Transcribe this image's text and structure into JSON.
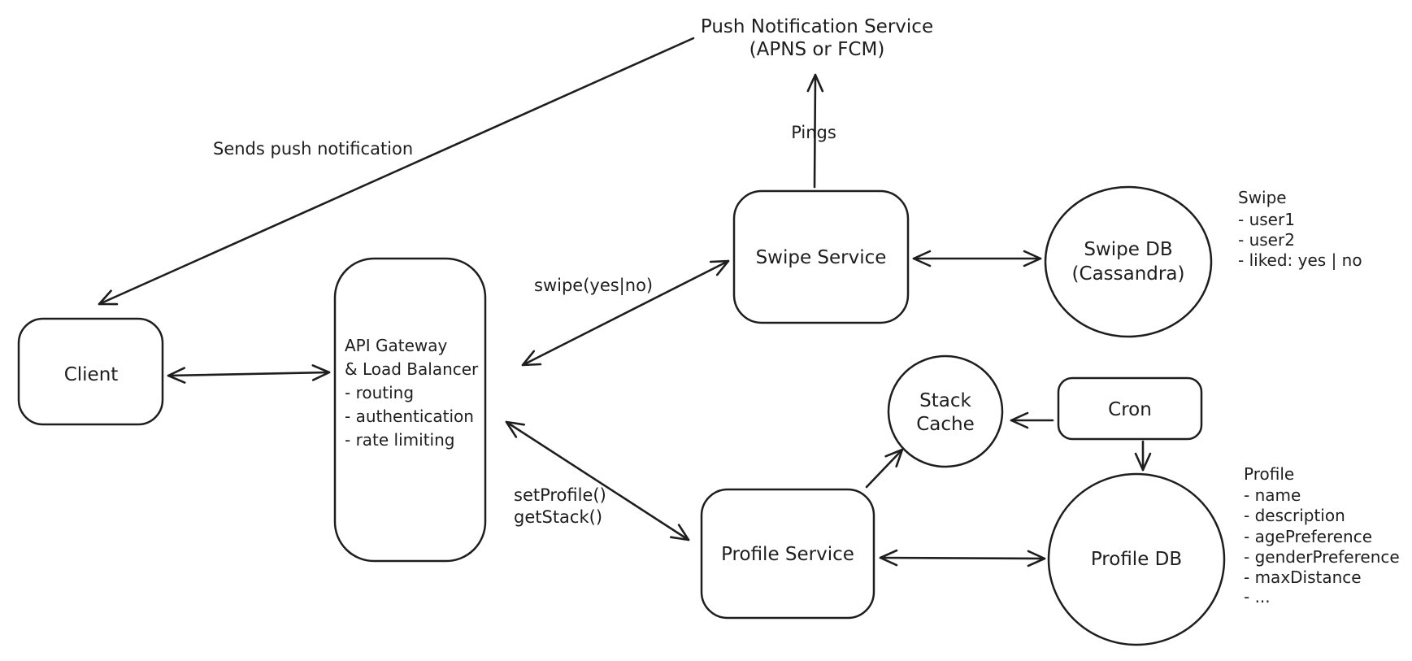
{
  "canvas": {
    "background": "#ffffff",
    "ink": "#1e1e1e"
  },
  "nodes": {
    "push_notification_service": {
      "lines": [
        "Push Notification Service",
        "(APNS or FCM)"
      ]
    },
    "client": {
      "label": "Client"
    },
    "api_gateway": {
      "lines": [
        "API Gateway",
        "& Load Balancer",
        "- routing",
        "- authentication",
        "- rate limiting"
      ]
    },
    "swipe_service": {
      "label": "Swipe Service"
    },
    "swipe_db": {
      "lines": [
        "Swipe DB",
        "(Cassandra)"
      ]
    },
    "stack_cache": {
      "lines": [
        "Stack",
        "Cache"
      ]
    },
    "cron": {
      "label": "Cron"
    },
    "profile_service": {
      "label": "Profile Service"
    },
    "profile_db": {
      "label": "Profile DB"
    }
  },
  "annotations": {
    "swipe_schema": {
      "title": "Swipe",
      "fields": [
        "- user1",
        "- user2",
        "- liked: yes | no"
      ]
    },
    "profile_schema": {
      "title": "Profile",
      "fields": [
        "- name",
        "- description",
        "- agePreference",
        "- genderPreference",
        "- maxDistance",
        "- ..."
      ]
    }
  },
  "edge_labels": {
    "sends_push_notification": "Sends push notification",
    "pings": "Pings",
    "swipe_call": "swipe(yes|no)",
    "set_profile_call": "setProfile()",
    "get_stack_call": "getStack()"
  }
}
